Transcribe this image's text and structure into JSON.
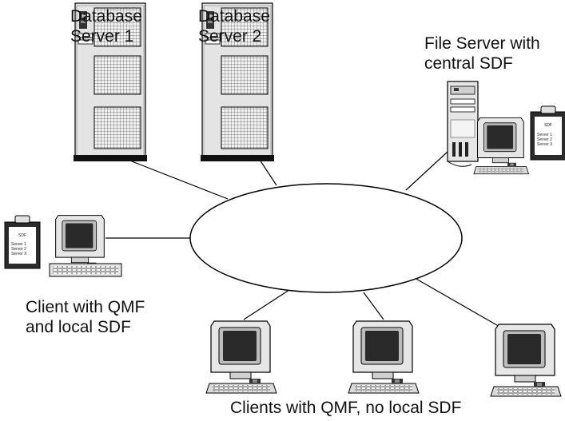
{
  "labels": {
    "db_server_1": [
      "Database",
      "Server 1"
    ],
    "db_server_2": [
      "Database",
      "Server 2"
    ],
    "file_server": [
      "File Server with",
      "central SDF"
    ],
    "client_local": [
      "Client with QMF",
      "and local SDF"
    ],
    "clients_no_local": "Clients with QMF, no local SDF"
  },
  "clipboards": {
    "file_server_clipboard": [
      "SDF",
      "Server 1",
      "Server 2",
      "Server X"
    ],
    "client_clipboard": [
      "SDF",
      "Server 1",
      "Server 2",
      "Server X"
    ]
  },
  "colors": {
    "line": "#000000",
    "case_light": "#e4e4e4",
    "case_mid": "#bdbdbd",
    "screen_dark": "#2a2a2a",
    "base_black": "#111111"
  }
}
